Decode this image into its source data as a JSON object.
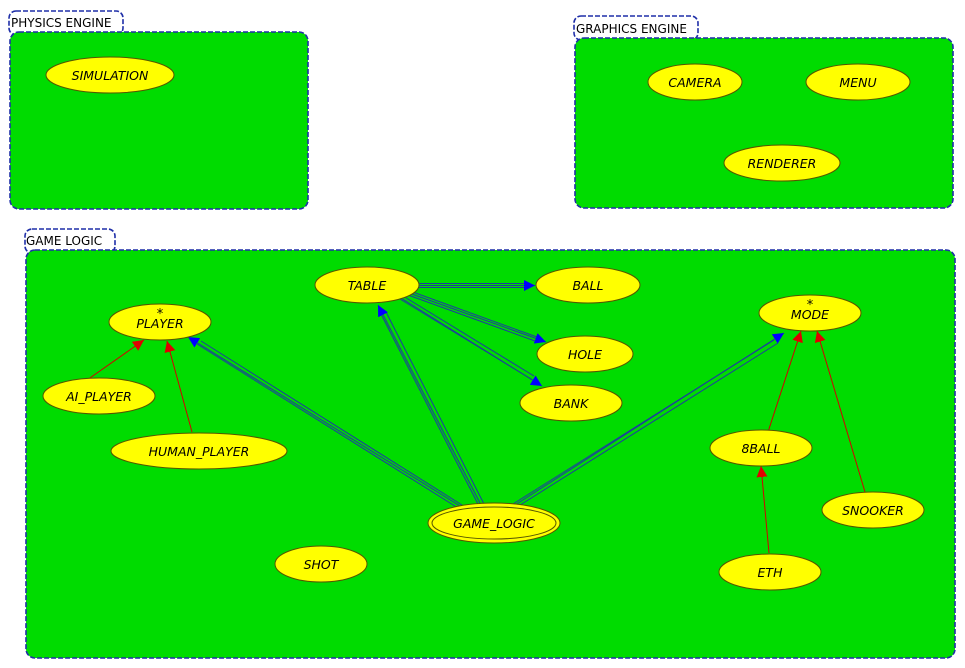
{
  "clusters": {
    "physics": {
      "label": "PHYSICS ENGINE"
    },
    "graphics": {
      "label": "GRAPHICS ENGINE"
    },
    "game_logic": {
      "label": "GAME LOGIC"
    }
  },
  "nodes": {
    "simulation": "SIMULATION",
    "camera": "CAMERA",
    "menu": "MENU",
    "renderer": "RENDERER",
    "table": "TABLE",
    "ball": "BALL",
    "hole": "HOLE",
    "bank": "BANK",
    "player": "PLAYER",
    "ai_player": "AI_PLAYER",
    "human_player": "HUMAN_PLAYER",
    "mode": "MODE",
    "eight_ball": "8BALL",
    "snooker": "SNOOKER",
    "eth": "ETH",
    "game_logic": "GAME_LOGIC",
    "shot": "SHOT"
  },
  "abstract_marker": "*",
  "edges": [
    {
      "from": "table",
      "to": "ball",
      "kind": "association"
    },
    {
      "from": "table",
      "to": "hole",
      "kind": "association"
    },
    {
      "from": "table",
      "to": "bank",
      "kind": "association"
    },
    {
      "from": "game_logic",
      "to": "player",
      "kind": "association"
    },
    {
      "from": "game_logic",
      "to": "table",
      "kind": "association"
    },
    {
      "from": "game_logic",
      "to": "mode",
      "kind": "association"
    },
    {
      "from": "ai_player",
      "to": "player",
      "kind": "inheritance"
    },
    {
      "from": "human_player",
      "to": "player",
      "kind": "inheritance"
    },
    {
      "from": "eight_ball",
      "to": "mode",
      "kind": "inheritance"
    },
    {
      "from": "snooker",
      "to": "mode",
      "kind": "inheritance"
    },
    {
      "from": "eth",
      "to": "eight_ball",
      "kind": "inheritance"
    }
  ],
  "colors": {
    "cluster_fill": "#00dc00",
    "cluster_border": "#1f2fa8",
    "node_fill": "#ffff00",
    "association_arrow": "#0000ff",
    "inheritance_arrow": "#e00000"
  }
}
